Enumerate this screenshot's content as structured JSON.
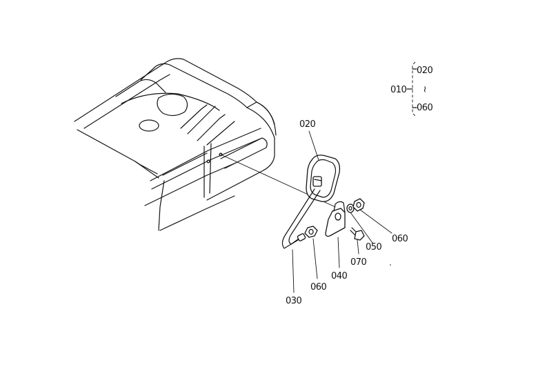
{
  "colors": {
    "ink": "#111111",
    "paper": "#ffffff"
  },
  "legend": {
    "parent": "010",
    "first": "020",
    "separator": "~",
    "last": "060"
  },
  "callouts": {
    "mirror": "020",
    "stay": "030",
    "bracket": "040",
    "washer": "050",
    "nut_right": "060",
    "nut_left": "060",
    "bolt": "070"
  }
}
